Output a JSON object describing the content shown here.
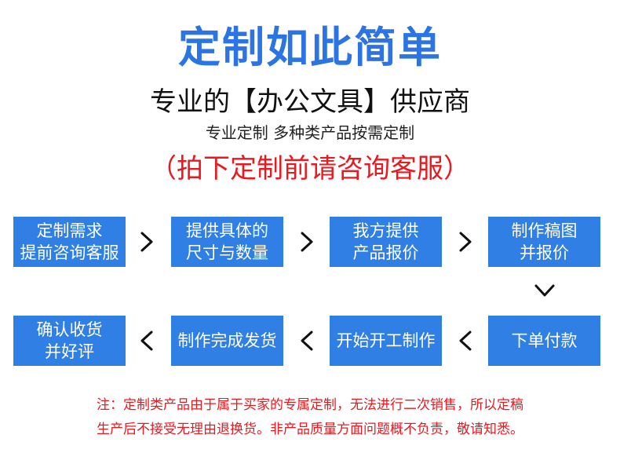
{
  "header": {
    "title": "定制如此简单",
    "subtitle": "专业的【办公文具】供应商",
    "subline": "专业定制 多种类产品按需定制",
    "contact": "（拍下定制前请咨询客服）"
  },
  "steps": [
    "定制需求\n提前咨询客服",
    "提供具体的\n尺寸与数量",
    "我方提供\n产品报价",
    "制作稿图\n并报价",
    "下单付款",
    "开始开工制作",
    "制作完成发货",
    "确认收货\n并好评"
  ],
  "notice": {
    "line1": "注：定制类产品由于属于买家的专属定制，无法进行二次销售，所以定稿",
    "line2": "生产后不接受无理由退换货。非产品质量方面问题概不负责，敬请知悉。"
  },
  "colors": {
    "accent": "#2f7fe4",
    "title": "#2b74e3",
    "warning": "#e8191f"
  }
}
